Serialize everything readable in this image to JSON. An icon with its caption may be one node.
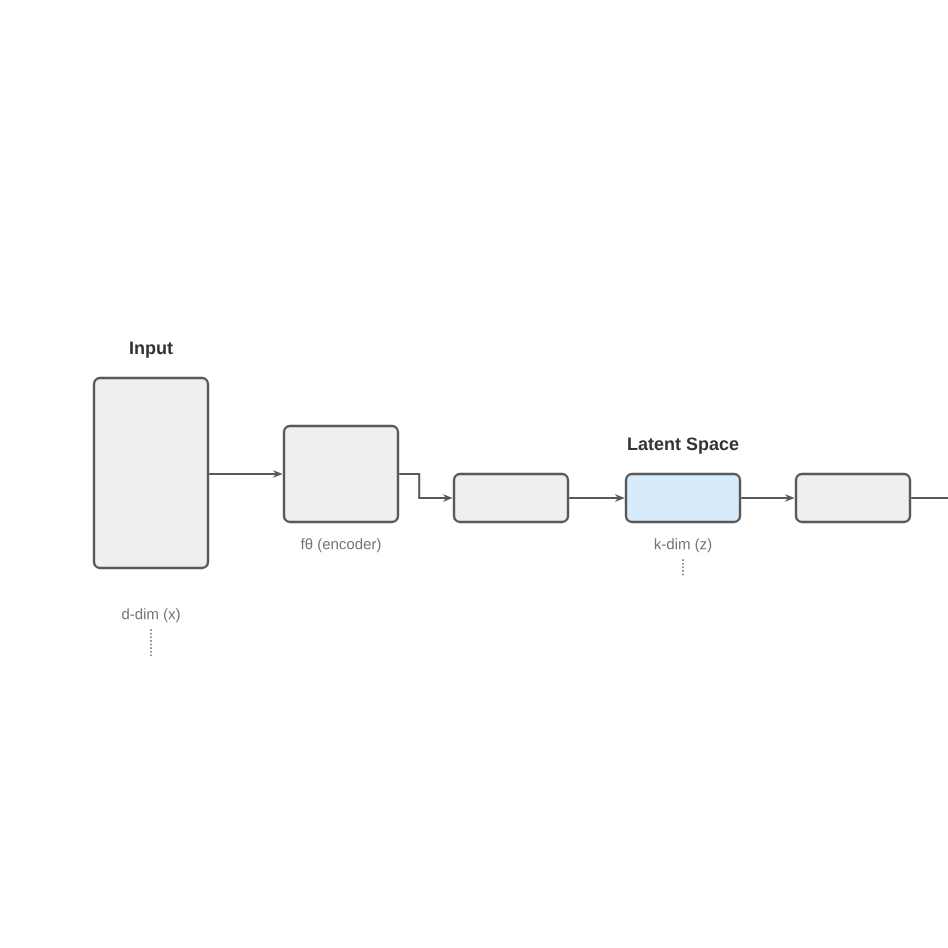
{
  "diagram": {
    "nodes": [
      {
        "text": [
          "Input"
        ],
        "beside": [
          "d-dim (x)"
        ]
      },
      {
        "text": [],
        "shape": "box",
        "beside": [
          "fθ (encoder)"
        ]
      },
      {
        "text": [],
        "shape": "box"
      },
      {
        "text": [
          "Latent Space"
        ],
        "beside": [
          "k-dim (z)"
        ]
      },
      {
        "text": [],
        "shape": "box"
      }
    ],
    "edges": [
      {
        "from": 0,
        "to": 1,
        "arrow": "to"
      },
      {
        "from": 1,
        "to": 2,
        "arrow": "to"
      },
      {
        "from": 2,
        "to": 3,
        "arrow": "to"
      },
      {
        "from": 3,
        "to": 4,
        "arrow": "to"
      },
      {
        "from": 4,
        "to": null,
        "arrow": "none"
      }
    ]
  }
}
